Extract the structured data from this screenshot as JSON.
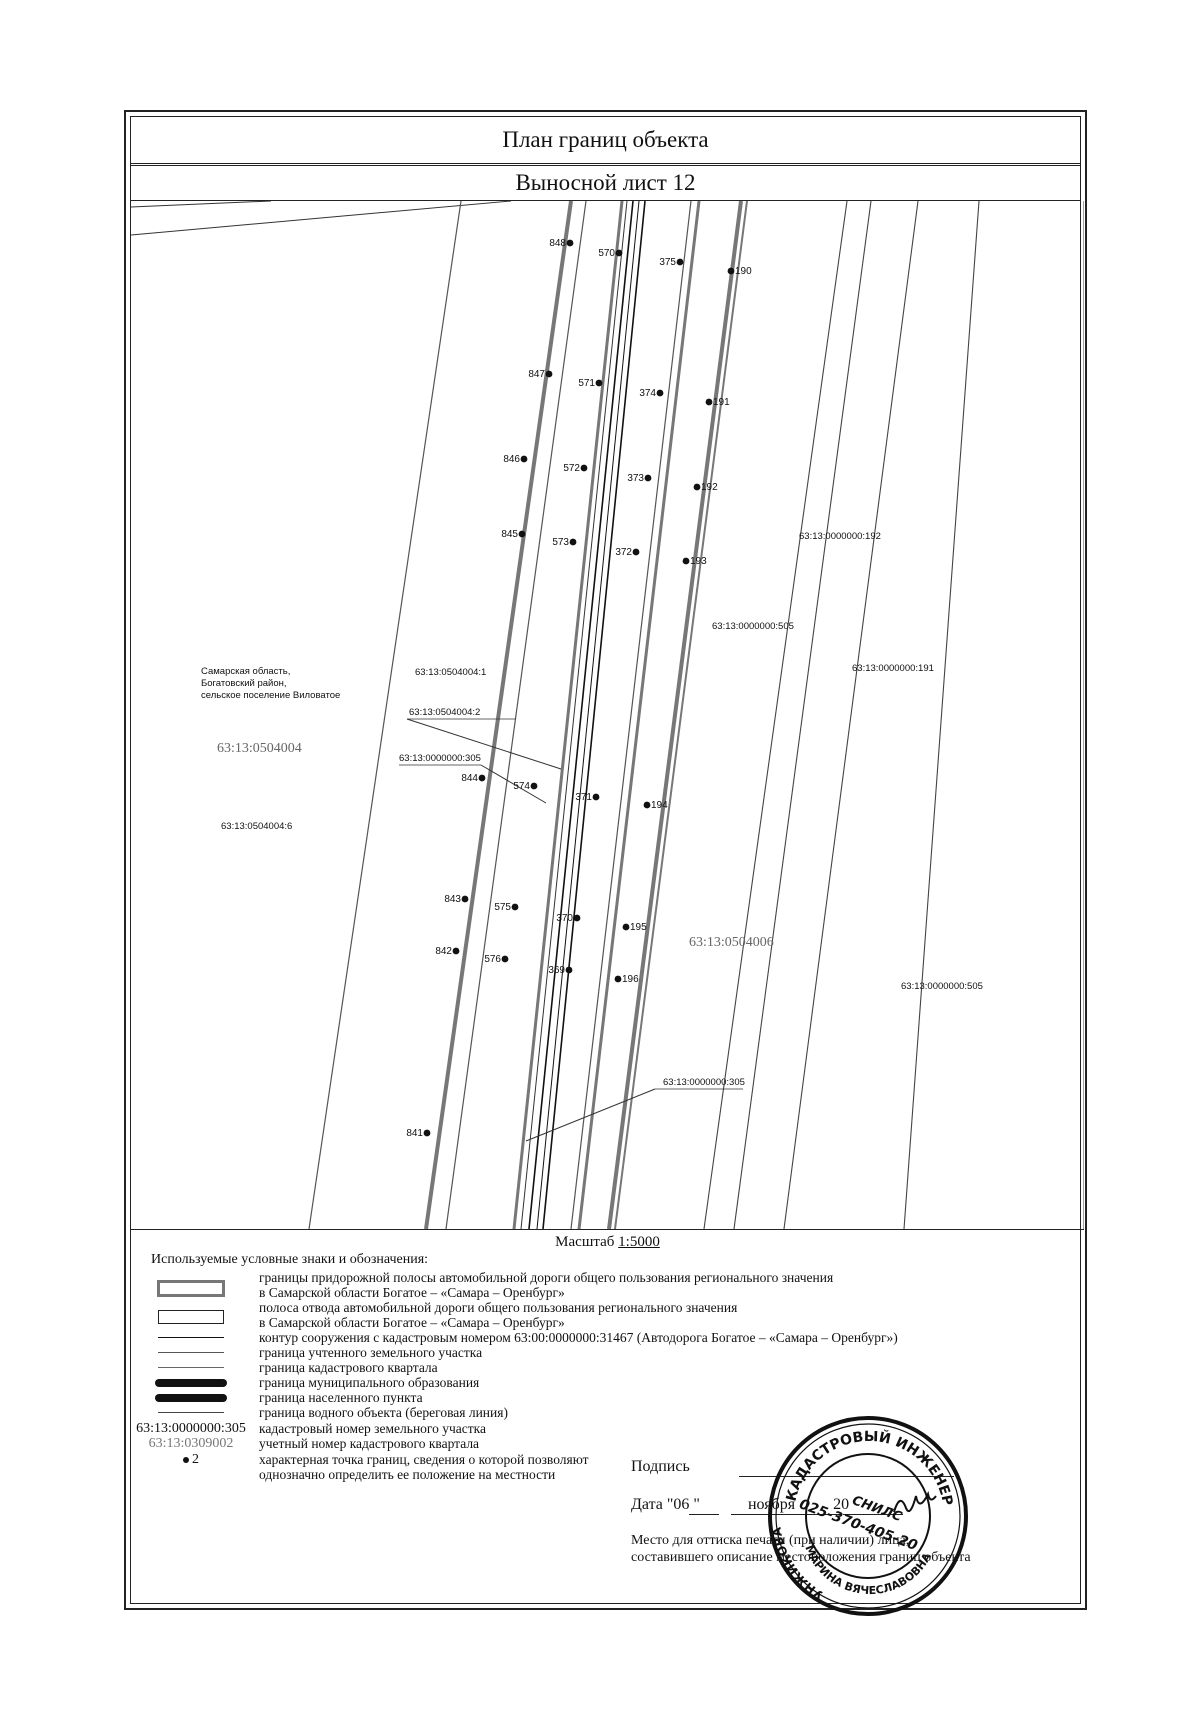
{
  "header": {
    "title": "План границ объекта",
    "sheet": "Выносной лист 12"
  },
  "map": {
    "points": [
      {
        "label": "848",
        "side": "left"
      },
      {
        "label": "570",
        "side": "left"
      },
      {
        "label": "375",
        "side": "left"
      },
      {
        "label": "190",
        "side": "right"
      },
      {
        "label": "847",
        "side": "left"
      },
      {
        "label": "571",
        "side": "left"
      },
      {
        "label": "374",
        "side": "left"
      },
      {
        "label": "191",
        "side": "right"
      },
      {
        "label": "846",
        "side": "left"
      },
      {
        "label": "572",
        "side": "left"
      },
      {
        "label": "373",
        "side": "left"
      },
      {
        "label": "192",
        "side": "right"
      },
      {
        "label": "845",
        "side": "left"
      },
      {
        "label": "573",
        "side": "left"
      },
      {
        "label": "372",
        "side": "left"
      },
      {
        "label": "193",
        "side": "right"
      },
      {
        "label": "844",
        "side": "left"
      },
      {
        "label": "574",
        "side": "left"
      },
      {
        "label": "371",
        "side": "left"
      },
      {
        "label": "194",
        "side": "right"
      },
      {
        "label": "843",
        "side": "left"
      },
      {
        "label": "575",
        "side": "left"
      },
      {
        "label": "370",
        "side": "left"
      },
      {
        "label": "195",
        "side": "right"
      },
      {
        "label": "842",
        "side": "left"
      },
      {
        "label": "576",
        "side": "left"
      },
      {
        "label": "369",
        "side": "left"
      },
      {
        "label": "196",
        "side": "right"
      },
      {
        "label": "841",
        "side": "left"
      }
    ],
    "parcel_labels": {
      "p192": "63:13:0000000:192",
      "p505a": "63:13:0000000:505",
      "p191": "63:13:0000000:191",
      "p505b": "63:13:0000000:505",
      "p4_1": "63:13:0504004:1",
      "p4_2": "63:13:0504004:2",
      "p305a": "63:13:0000000:305",
      "p305b": "63:13:0000000:305",
      "p4_6": "63:13:0504004:6"
    },
    "quarter_labels": {
      "q0504004": "63:13:0504004",
      "q0504006": "63:13:0504006"
    },
    "address": {
      "line1": "Самарская область,",
      "line2": "Богатовский район,",
      "line3": "сельское поселение Виловатое"
    }
  },
  "legend": {
    "scale_label": "Масштаб",
    "scale_value": "1:5000",
    "title": "Используемые условные знаки и обозначения:",
    "items": [
      {
        "lines": [
          "границы придорожной полосы автомобильной дороги общего пользования регионального значения",
          "в Самарской области Богатое – «Самара – Оренбург»"
        ]
      },
      {
        "lines": [
          "полоса отвода автомобильной дороги общего пользования регионального значения",
          "в Самарской области Богатое – «Самара – Оренбург»"
        ]
      },
      {
        "lines": [
          "контур сооружения с кадастровым номером 63:00:0000000:31467  (Автодорога Богатое – «Самара – Оренбург»)"
        ]
      },
      {
        "lines": [
          "граница учтенного земельного участка"
        ]
      },
      {
        "lines": [
          "граница кадастрового квартала"
        ]
      },
      {
        "lines": [
          "граница муниципального образования"
        ]
      },
      {
        "lines": [
          "граница населенного пункта"
        ]
      },
      {
        "lines": [
          "граница водного объекта (береговая линия)"
        ]
      },
      {
        "symbol": "63:13:0000000:305",
        "lines": [
          "кадастровый номер земельного участка"
        ]
      },
      {
        "symbol": "63:13:0309002",
        "lines": [
          "учетный номер кадастрового квартала"
        ]
      },
      {
        "symbol": "2",
        "lines": [
          "характерная точка границ, сведения о которой позволяют",
          "однозначно определить ее положение на местности"
        ]
      }
    ]
  },
  "signature": {
    "sign_label": "Подпись",
    "date_label": "Дата",
    "day": "\"06 \"",
    "month": "ноября",
    "year": "20",
    "stamp_place": "Место для оттиска печати (при наличии) лица,",
    "stamp_place2": "составившего описание местоположения границ объекта"
  },
  "stamp": {
    "ring_text": "КАДАСТРОВЫЙ ИНЖЕНЕР",
    "name_text": "МАРИНА ВЯЧЕСЛАВОВНА",
    "surname_text": "УНЖИКОВА",
    "snils_label": "СНИЛС",
    "snils": "025-370-405-20"
  }
}
